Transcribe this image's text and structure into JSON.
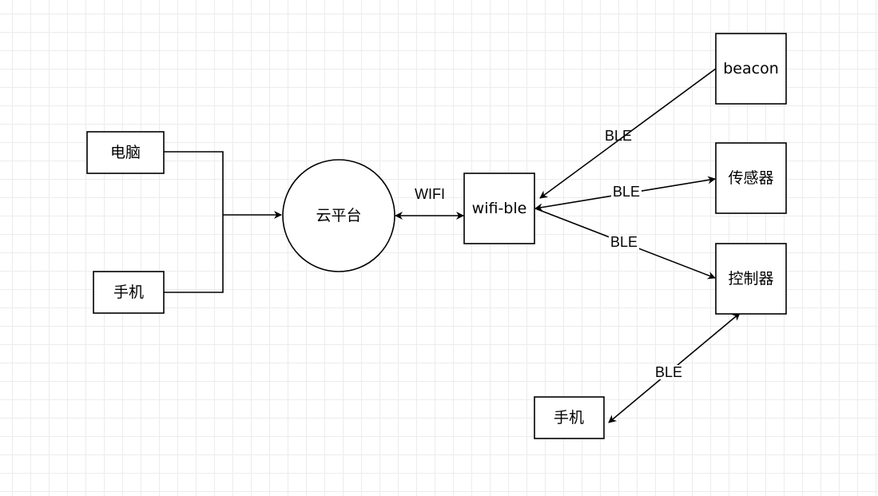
{
  "nodes": {
    "computer": "电脑",
    "phone_left": "手机",
    "cloud": "云平台",
    "wifi_ble": "wifi-ble",
    "beacon": "beacon",
    "sensor": "传感器",
    "controller": "控制器",
    "phone_bottom": "手机"
  },
  "edges": {
    "cloud_wifi": "WIFI",
    "beacon_wifi": "BLE",
    "wifi_sensor": "BLE",
    "wifi_controller": "BLE",
    "controller_phone": "BLE"
  },
  "colors": {
    "stroke": "#000000",
    "grid": "#ececec",
    "background": "#ffffff"
  }
}
